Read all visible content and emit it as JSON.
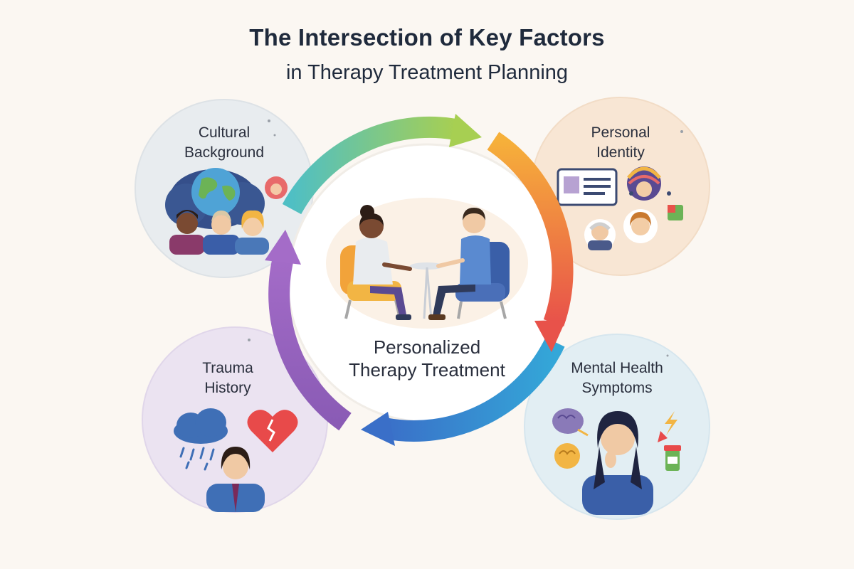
{
  "header": {
    "title": "The Intersection of Key Factors",
    "subtitle": "in Therapy Treatment Planning"
  },
  "center": {
    "label_line1": "Personalized",
    "label_line2": "Therapy Treatment"
  },
  "factors": [
    {
      "id": "cultural",
      "line1": "Cultural",
      "line2": "Background",
      "color": "#e9edf0"
    },
    {
      "id": "identity",
      "line1": "Personal",
      "line2": "Identity",
      "color": "#f7e7d6"
    },
    {
      "id": "trauma",
      "line1": "Trauma",
      "line2": "History",
      "color": "#ebe4f1"
    },
    {
      "id": "symptoms",
      "line1": "Mental Health",
      "line2": "Symptoms",
      "color": "#e3eef3"
    }
  ],
  "colors": {
    "title": "#1f2a3c",
    "cycle_teal": "#4fbfc4",
    "cycle_orange": "#f29a3c",
    "cycle_red": "#e8524a",
    "cycle_blue": "#3b8fd6",
    "cycle_purple": "#8a5bb5"
  }
}
